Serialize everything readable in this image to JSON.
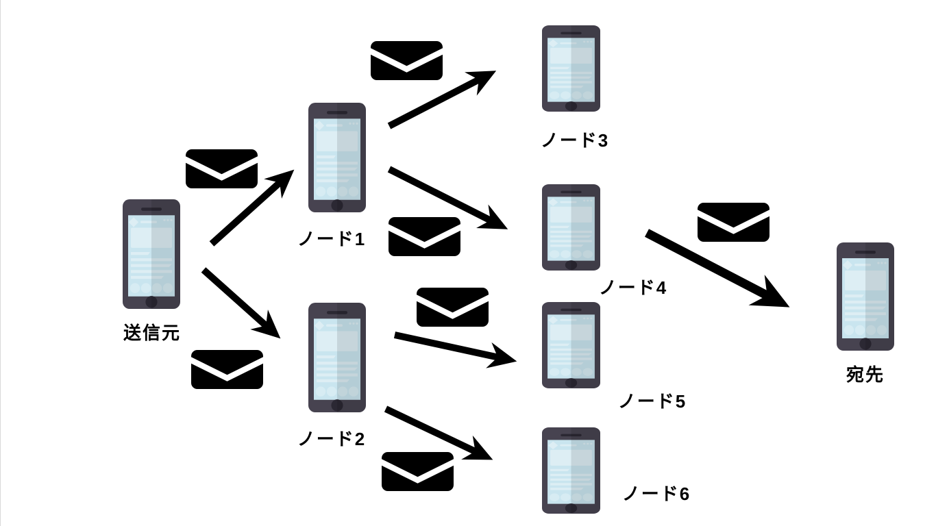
{
  "diagram": {
    "background_color": "#ffffff",
    "arrow_color": "#000000",
    "envelope_color": "#000000",
    "phone_body_color": "#474350",
    "phone_screen_color": "#c9e5ef",
    "source": {
      "label": "送信元"
    },
    "destination": {
      "label": "宛先"
    },
    "nodes": [
      {
        "id": "node1",
        "label": "ノード1"
      },
      {
        "id": "node2",
        "label": "ノード2"
      },
      {
        "id": "node3",
        "label": "ノード3"
      },
      {
        "id": "node4",
        "label": "ノード4"
      },
      {
        "id": "node5",
        "label": "ノード5"
      },
      {
        "id": "node6",
        "label": "ノード6"
      }
    ],
    "edges": [
      {
        "from": "送信元",
        "to": "ノード1",
        "message_icon": "mail-envelope-icon"
      },
      {
        "from": "送信元",
        "to": "ノード2",
        "message_icon": "mail-envelope-icon"
      },
      {
        "from": "ノード1",
        "to": "ノード3",
        "message_icon": "mail-envelope-icon"
      },
      {
        "from": "ノード1",
        "to": "ノード4",
        "message_icon": "mail-envelope-icon"
      },
      {
        "from": "ノード2",
        "to": "ノード5",
        "message_icon": "mail-envelope-icon"
      },
      {
        "from": "ノード2",
        "to": "ノード6",
        "message_icon": "mail-envelope-icon"
      },
      {
        "from": "ノード4",
        "to": "宛先",
        "message_icon": "mail-envelope-icon"
      }
    ],
    "icons": {
      "phone": "smartphone-icon",
      "envelope": "mail-envelope-icon",
      "arrow": "flow-arrow"
    }
  }
}
